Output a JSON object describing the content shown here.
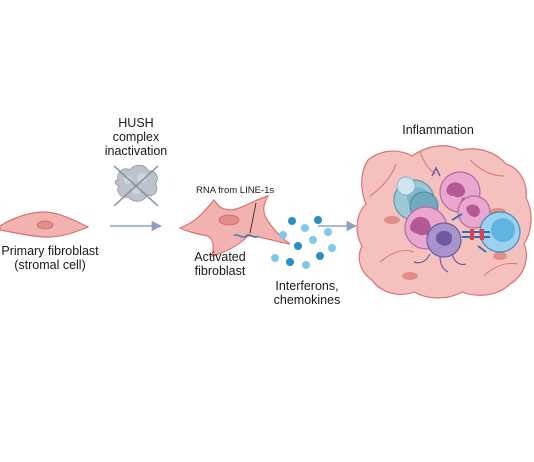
{
  "labels": {
    "primary_fibroblast": [
      "Primary fibroblast",
      "(stromal cell)"
    ],
    "hush": [
      "HUSH",
      "complex",
      "inactivation"
    ],
    "rna_from_line1": "RNA from LINE-1s",
    "activated_fibroblast": [
      "Activated",
      "fibroblast"
    ],
    "interferons": [
      "Interferons,",
      "chemokines"
    ],
    "inflammation": "Inflammation"
  },
  "icons": {
    "hush_complex": "hush-complex-crossed-out-icon",
    "arrow": "right-arrow-icon"
  },
  "colors": {
    "fibroblast_fill": "#f2b3b0",
    "fibroblast_stroke": "#d9736f",
    "nucleus": "#e48c88",
    "arrow": "#8fa2bd",
    "interferon_dark": "#2c8fc2",
    "interferon_light": "#7fc9e8",
    "immune_pink": "#e9a7cf",
    "immune_purple": "#a894cc",
    "immune_teal": "#7fb8cc",
    "immune_blue": "#9cd2ee",
    "hush_gray": "#bcc3cc"
  }
}
